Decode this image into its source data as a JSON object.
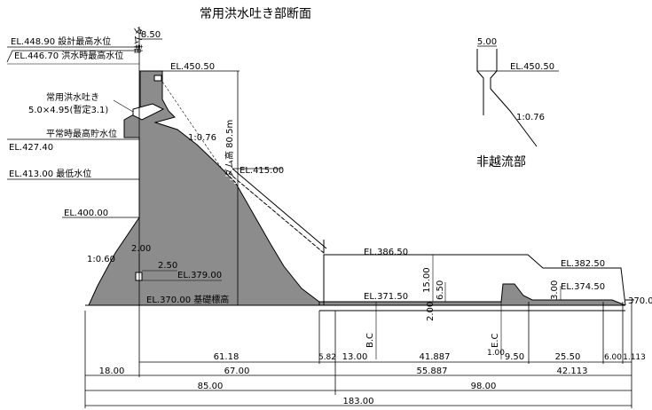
{
  "title": "常用洪水吐き部断面",
  "dam_axis_label": "ダム軸",
  "crest_width": "8.50",
  "crest_el": "EL.450.50",
  "levels": {
    "design_flood": "EL.448.90 設計最高水位",
    "flood_max": "EL.446.70 洪水時最高水位",
    "normal_max_name": "平常時最高貯水位",
    "normal_max_el": "EL.427.40",
    "min_level": "EL.413.00 最低水位",
    "el400": "EL.400.00",
    "el415": "EL.415.00",
    "el379": "EL.379.00",
    "foundation": "EL.370.00 基礎標高",
    "el386": "EL.386.50",
    "el382": "EL.382.50",
    "el371": "EL.371.50",
    "el374": "EL.374.50",
    "el370end": "370.0"
  },
  "spillway_name": "常用洪水吐き",
  "spillway_size": "5.0×4.95(暫定3.1)",
  "slope_upstream": "1:0.60",
  "slope_downstream": "1:0.76",
  "dam_height": "ダム高 80.5m",
  "gallery_h": "2.00",
  "gallery_w": "2.50",
  "basin": {
    "h15": "15.00",
    "h650": "6.50",
    "h300": "3.00",
    "h200": "2.00",
    "bc": "B.C",
    "ec": "E.C"
  },
  "dims": {
    "row1": [
      "61.18",
      "5.82",
      "13.00",
      "41.887",
      "1.00",
      "9.50",
      "25.50",
      "6.00",
      "1.113"
    ],
    "row2": [
      "18.00",
      "67.00",
      "55.887",
      "42.113"
    ],
    "row3": [
      "85.00",
      "98.00"
    ],
    "row4": "183.00"
  },
  "nonoverflow": {
    "width": "5.00",
    "el": "EL.450.50",
    "slope": "1:0.76",
    "name": "非越流部"
  },
  "colors": {
    "concrete": "#8c8c8c",
    "line": "#000000"
  }
}
